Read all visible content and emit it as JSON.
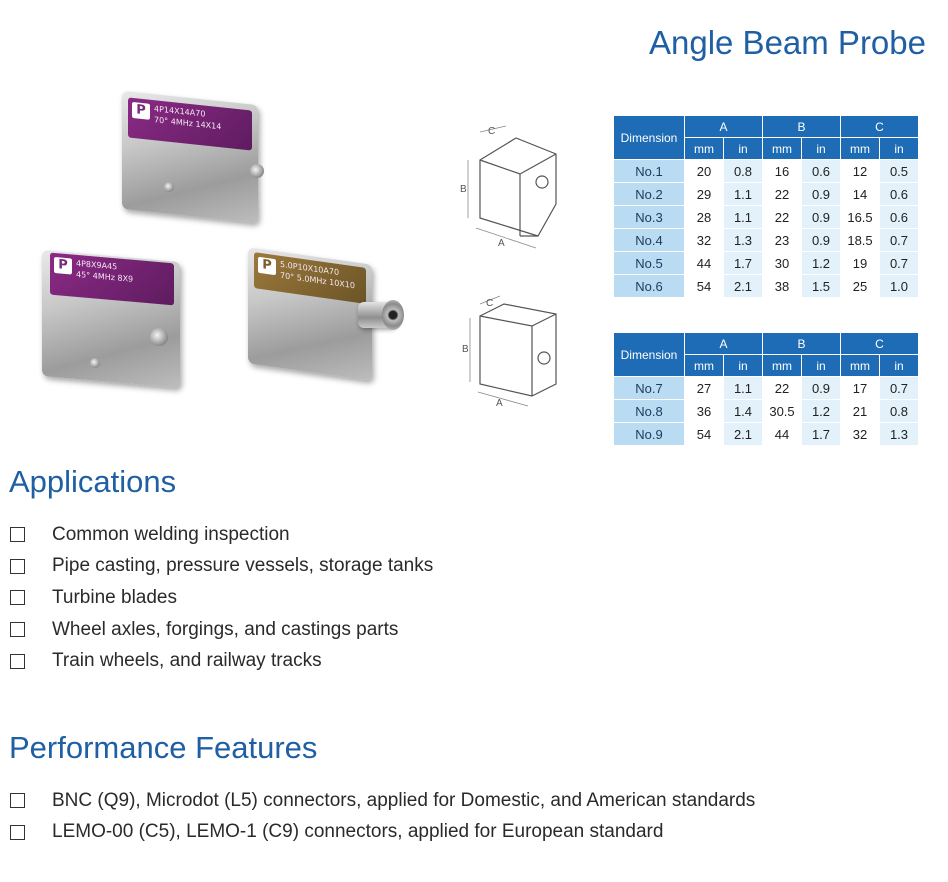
{
  "title": "Angle Beam Probe",
  "probes": [
    {
      "label_lines": [
        "4P14X14A70",
        "70°    4MHz    14X14"
      ],
      "variant": "purple"
    },
    {
      "label_lines": [
        "4P8X9A45",
        "45°    4MHz    8X9"
      ],
      "variant": "purple"
    },
    {
      "label_lines": [
        "5.0P10X10A70",
        "70°  5.0MHz  10X10"
      ],
      "variant": "gold"
    }
  ],
  "drawings": {
    "top": {
      "labels": [
        "C",
        "B",
        "A"
      ]
    },
    "bottom": {
      "labels": [
        "C",
        "B",
        "A"
      ]
    }
  },
  "table1": {
    "dimension_header": "Dimension",
    "groups": [
      "A",
      "B",
      "C"
    ],
    "units": [
      "mm",
      "in",
      "mm",
      "in",
      "mm",
      "in"
    ],
    "rows": [
      {
        "label": "No.1",
        "values": [
          "20",
          "0.8",
          "16",
          "0.6",
          "12",
          "0.5"
        ]
      },
      {
        "label": "No.2",
        "values": [
          "29",
          "1.1",
          "22",
          "0.9",
          "14",
          "0.6"
        ]
      },
      {
        "label": "No.3",
        "values": [
          "28",
          "1.1",
          "22",
          "0.9",
          "16.5",
          "0.6"
        ]
      },
      {
        "label": "No.4",
        "values": [
          "32",
          "1.3",
          "23",
          "0.9",
          "18.5",
          "0.7"
        ]
      },
      {
        "label": "No.5",
        "values": [
          "44",
          "1.7",
          "30",
          "1.2",
          "19",
          "0.7"
        ]
      },
      {
        "label": "No.6",
        "values": [
          "54",
          "2.1",
          "38",
          "1.5",
          "25",
          "1.0"
        ]
      }
    ]
  },
  "table2": {
    "dimension_header": "Dimension",
    "groups": [
      "A",
      "B",
      "C"
    ],
    "units": [
      "mm",
      "in",
      "mm",
      "in",
      "mm",
      "in"
    ],
    "rows": [
      {
        "label": "No.7",
        "values": [
          "27",
          "1.1",
          "22",
          "0.9",
          "17",
          "0.7"
        ]
      },
      {
        "label": "No.8",
        "values": [
          "36",
          "1.4",
          "30.5",
          "1.2",
          "21",
          "0.8"
        ]
      },
      {
        "label": "No.9",
        "values": [
          "54",
          "2.1",
          "44",
          "1.7",
          "32",
          "1.3"
        ]
      }
    ]
  },
  "applications": {
    "heading": "Applications",
    "items": [
      "Common welding inspection",
      "Pipe casting, pressure vessels, storage tanks",
      "Turbine blades",
      "Wheel axles, forgings, and castings parts",
      "Train wheels, and railway tracks"
    ]
  },
  "features": {
    "heading": "Performance Features",
    "items": [
      "BNC (Q9), Microdot (L5) connectors, applied for Domestic, and American standards",
      "LEMO-00 (C5), LEMO-1 (C9) connectors, applied for European standard"
    ]
  },
  "colors": {
    "heading_blue": "#1f5fa3",
    "table_header": "#1e6cb5",
    "row_label_bg": "#b9dcf2",
    "alt_cell_bg": "#e3f1fb",
    "label_purple": "#7a2a7a"
  }
}
